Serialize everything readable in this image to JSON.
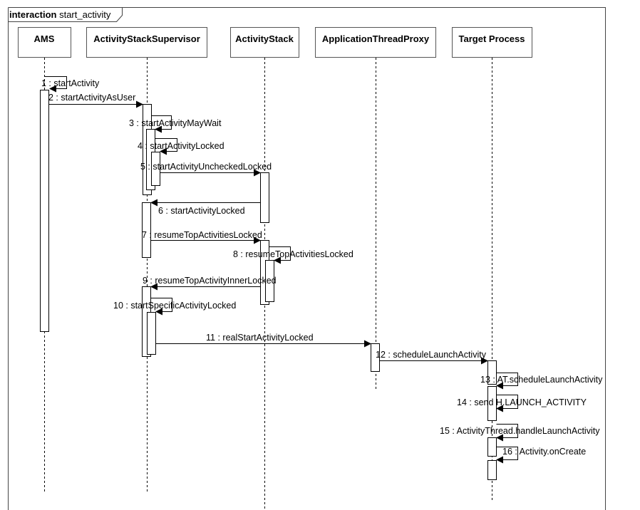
{
  "frame": {
    "keyword": "interaction",
    "name": "start_activity"
  },
  "participants": [
    {
      "id": "ams",
      "name": "AMS"
    },
    {
      "id": "ass",
      "name": "ActivityStackSupervisor"
    },
    {
      "id": "as",
      "name": "ActivityStack"
    },
    {
      "id": "atp",
      "name": "ApplicationThreadProxy"
    },
    {
      "id": "tp",
      "name": "Target Process"
    }
  ],
  "messages": [
    {
      "n": "1",
      "label": "startActivity",
      "from": "ams",
      "to": "ams",
      "kind": "self"
    },
    {
      "n": "2",
      "label": "startActivityAsUser",
      "from": "ams",
      "to": "ass",
      "kind": "call"
    },
    {
      "n": "3",
      "label": "startActivityMayWait",
      "from": "ass",
      "to": "ass",
      "kind": "self"
    },
    {
      "n": "4",
      "label": "startActivityLocked",
      "from": "ass",
      "to": "ass",
      "kind": "self"
    },
    {
      "n": "5",
      "label": "startActivityUncheckedLocked",
      "from": "ass",
      "to": "as",
      "kind": "call"
    },
    {
      "n": "6",
      "label": "startActivityLocked",
      "from": "as",
      "to": "ass",
      "kind": "call"
    },
    {
      "n": "7",
      "label": "resumeTopActivitiesLocked",
      "from": "ass",
      "to": "as",
      "kind": "call"
    },
    {
      "n": "8",
      "label": "resumeTopActivitiesLocked",
      "from": "as",
      "to": "as",
      "kind": "self"
    },
    {
      "n": "9",
      "label": "resumeTopActivityInnerLocked",
      "from": "as",
      "to": "ass",
      "kind": "call"
    },
    {
      "n": "10",
      "label": "startSpecificActivityLocked",
      "from": "ass",
      "to": "ass",
      "kind": "self"
    },
    {
      "n": "11",
      "label": "realStartActivityLocked",
      "from": "ass",
      "to": "atp",
      "kind": "call"
    },
    {
      "n": "12",
      "label": "scheduleLaunchActivity",
      "from": "atp",
      "to": "tp",
      "kind": "call"
    },
    {
      "n": "13",
      "label": "AT.scheduleLaunchActivity",
      "from": "tp",
      "to": "tp",
      "kind": "self"
    },
    {
      "n": "14",
      "label": "send H.LAUNCH_ACTIVITY",
      "from": "tp",
      "to": "tp",
      "kind": "self"
    },
    {
      "n": "15",
      "label": "ActivityThread.handleLaunchActivity",
      "from": "tp",
      "to": "tp",
      "kind": "self"
    },
    {
      "n": "16",
      "label": "Activity.onCreate",
      "from": "tp",
      "to": "tp",
      "kind": "self"
    }
  ]
}
